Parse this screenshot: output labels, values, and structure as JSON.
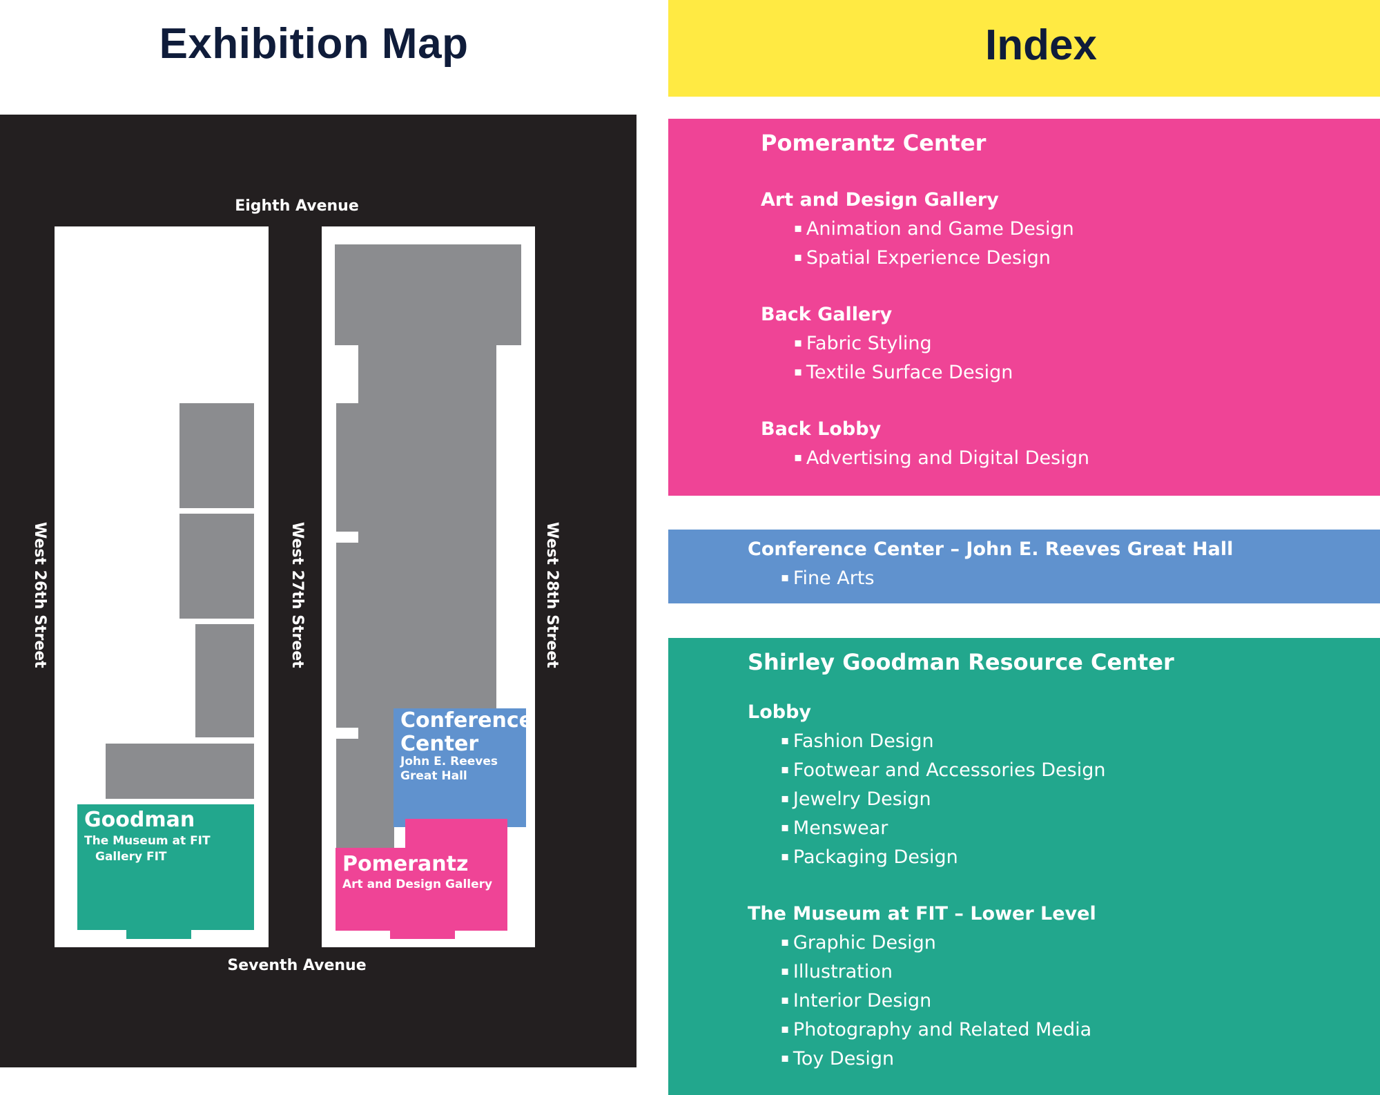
{
  "titles": {
    "map": "Exhibition Map",
    "index": "Index"
  },
  "colors": {
    "index_banner": "#ffea43",
    "pomerantz": "#ef4496",
    "conference": "#6092ce",
    "goodman": "#22a78d",
    "map_background": "#231f20",
    "building": "#8b8c8f"
  },
  "map": {
    "streets": {
      "top": "Eighth Avenue",
      "bottom": "Seventh Avenue",
      "left": "West 26th Street",
      "middle": "West 27th Street",
      "right": "West 28th Street"
    },
    "zones": {
      "goodman": {
        "name": "Goodman",
        "line1": "The Museum at FIT",
        "line2": "Gallery FIT"
      },
      "conference": {
        "name_line1": "Conference",
        "name_line2": "Center",
        "line1": "John E. Reeves",
        "line2": "Great Hall"
      },
      "pomerantz": {
        "name": "Pomerantz",
        "line1": "Art and Design Gallery"
      }
    }
  },
  "index": {
    "pomerantz": {
      "heading": "Pomerantz Center",
      "groups": [
        {
          "title": "Art and Design Gallery",
          "items": [
            "Animation and Game Design",
            "Spatial Experience Design"
          ]
        },
        {
          "title": "Back Gallery",
          "items": [
            "Fabric Styling",
            "Textile Surface Design"
          ]
        },
        {
          "title": "Back Lobby",
          "items": [
            "Advertising and Digital Design"
          ]
        }
      ]
    },
    "conference": {
      "heading": "Conference Center – John E. Reeves Great Hall",
      "items": [
        "Fine Arts"
      ]
    },
    "goodman": {
      "heading": "Shirley Goodman Resource Center",
      "groups": [
        {
          "title": "Lobby",
          "items": [
            "Fashion Design",
            "Footwear and Accessories Design",
            "Jewelry Design",
            "Menswear",
            "Packaging Design"
          ]
        },
        {
          "title": "The Museum at FIT – Lower Level",
          "items": [
            "Graphic Design",
            "Illustration",
            "Interior Design",
            "Photography and Related Media",
            "Toy Design"
          ]
        }
      ]
    }
  }
}
